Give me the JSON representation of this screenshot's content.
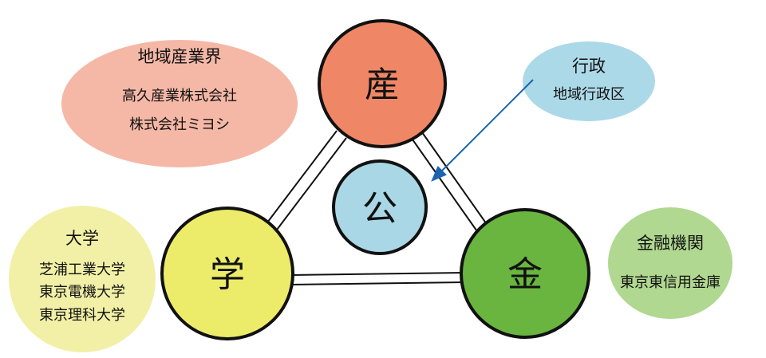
{
  "colors": {
    "industry": "#ef8766",
    "public": "#a9d7e5",
    "academia": "#ecec6a",
    "finance": "#69b540",
    "industry_group": "#f5b8a6",
    "government_group": "#acd9e8",
    "academia_group": "#f1f0a6",
    "finance_group": "#b0d890",
    "arrow": "#1c64b0",
    "outline": "#111111"
  },
  "nodes": {
    "industry": "産",
    "public": "公",
    "academia": "学",
    "finance": "金"
  },
  "industry_group": {
    "title": "地域産業界",
    "members": [
      "高久産業株式会社",
      "株式会社ミヨシ"
    ]
  },
  "government_group": {
    "title": "行政",
    "members": [
      "地域行政区"
    ]
  },
  "academia_group": {
    "title": "大学",
    "members": [
      "芝浦工業大学",
      "東京電機大学",
      "東京理科大学"
    ]
  },
  "finance_group": {
    "title": "金融機関",
    "members": [
      "東京東信用金庫"
    ]
  }
}
